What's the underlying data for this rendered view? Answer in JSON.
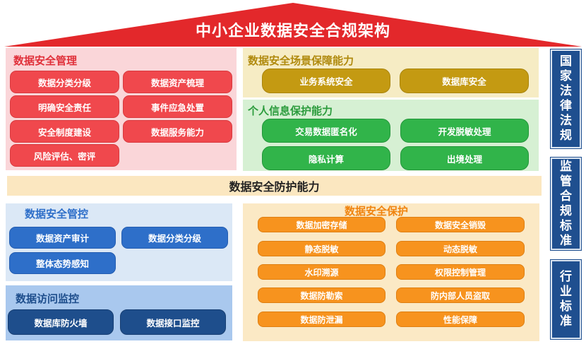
{
  "title": "中小企业数据安全合规架构",
  "colors": {
    "roof": "#e3282b",
    "accent_band": "#fbe7c0"
  },
  "mgmt": {
    "title": "数据安全管理",
    "items": [
      "数据分类分级",
      "数据资产梳理",
      "明确安全责任",
      "事件应急处置",
      "安全制度建设",
      "数据服务能力",
      "风险评估、密评"
    ]
  },
  "scene": {
    "title": "数据安全场景保障能力",
    "items": [
      "业务系统安全",
      "数据库安全"
    ]
  },
  "privacy": {
    "title": "个人信息保护能力",
    "items": [
      "交易数据匿名化",
      "开发脱敏处理",
      "隐私计算",
      "出境处理"
    ]
  },
  "band": {
    "label": "数据安全防护能力"
  },
  "control": {
    "title": "数据安全管控",
    "items": [
      "数据资产审计",
      "数据分类分级",
      "整体态势感知"
    ]
  },
  "access": {
    "title": "数据访问监控",
    "items": [
      "数据库防火墙",
      "数据接口监控"
    ]
  },
  "protect": {
    "title": "数据安全保护",
    "items": [
      "数据加密存储",
      "数据安全销毁",
      "静态脱敏",
      "动态脱敏",
      "水印溯源",
      "权限控制管理",
      "数据防勒索",
      "防内部人员盗取",
      "数据防泄漏",
      "性能保障"
    ]
  },
  "sidebar": [
    "国家法律法规",
    "监管合规标准",
    "行业标准"
  ]
}
